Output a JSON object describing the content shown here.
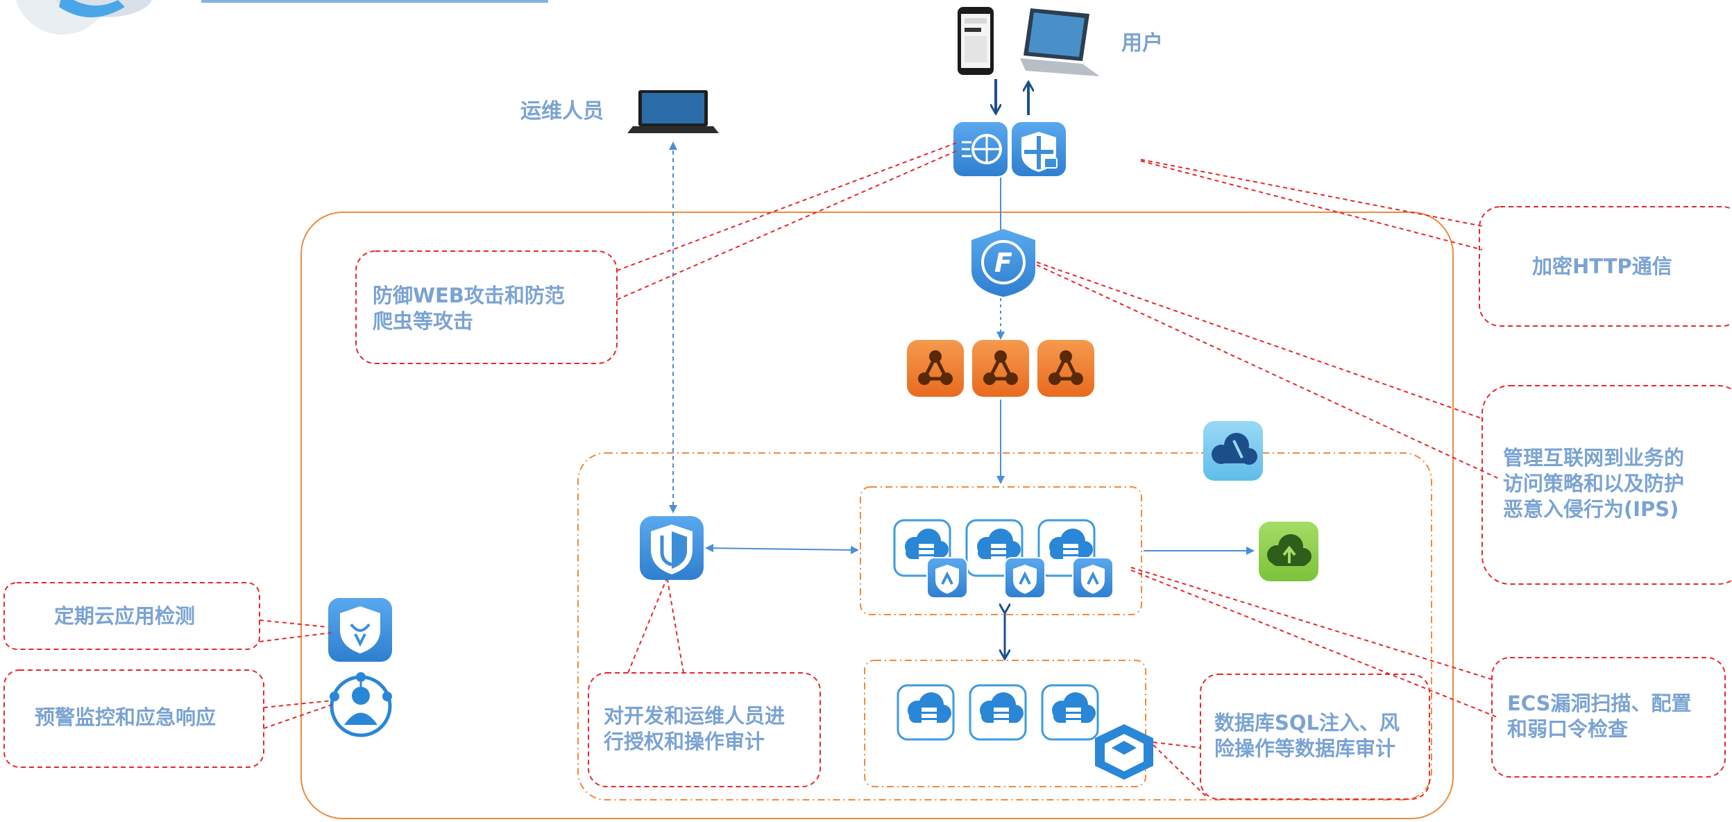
{
  "labels": {
    "user": "用户",
    "ops": "运维人员"
  },
  "callouts": {
    "waf": [
      "防御WEB攻击和防范",
      "爬虫等攻击"
    ],
    "https": "加密HTTP通信",
    "firewall": [
      "管理互联网到业务的",
      "访问策略和以及防护",
      "恶意入侵行为(IPS)"
    ],
    "cloud_check": "定期云应用检测",
    "monitor": "预警监控和应急响应",
    "audit": [
      "对开发和运维人员进",
      "行授权和操作审计"
    ],
    "ecs": [
      "ECS漏洞扫描、配置",
      "和弱口令检查"
    ],
    "db": [
      "数据库SQL注入、风",
      "险操作等数据库审计"
    ]
  },
  "colors": {
    "callout_border": "#e8262a",
    "outer_border": "#ee8a3c",
    "label_text": "#7aa3d3",
    "icon_blue": "#3d8ed8",
    "icon_orange": "#f07a2e",
    "icon_green": "#8ccf4a",
    "arrow_dark": "#1d4f8c"
  },
  "icons": [
    "phone-icon",
    "laptop-icon",
    "waf-icon",
    "ssl-shield-icon",
    "firewall-f-icon",
    "slb-icon",
    "cloud-server-icon",
    "security-shield-icon",
    "bastion-icon",
    "cloud-backup-icon",
    "cloud-sync-icon",
    "db-audit-icon",
    "cloud-monitor-icon",
    "emergency-response-icon"
  ]
}
